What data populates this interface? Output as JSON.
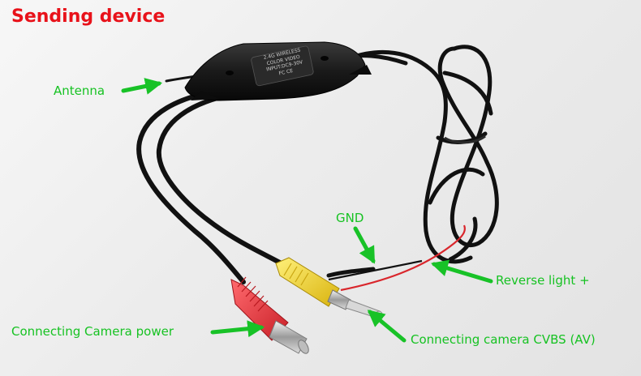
{
  "title": "Sending device",
  "labels": {
    "antenna": "Antenna",
    "gnd": "GND",
    "reverse_light": "Reverse light +",
    "camera_power": "Connecting Camera power",
    "camera_cvbs": "Connecting camera CVBS (AV)"
  },
  "module_text": {
    "line1": "2.4G WIRELESS",
    "line2": "COLOR VIDEO",
    "line3": "INPUT:DC9-30V",
    "line4": "FC CE"
  },
  "colors": {
    "title": "#e8121a",
    "label": "#16c222",
    "arrow": "#18c227",
    "cable": "#111111",
    "red_plug": "#e8373f",
    "yellow_plug": "#f2d21a",
    "red_wire": "#d9262c"
  }
}
